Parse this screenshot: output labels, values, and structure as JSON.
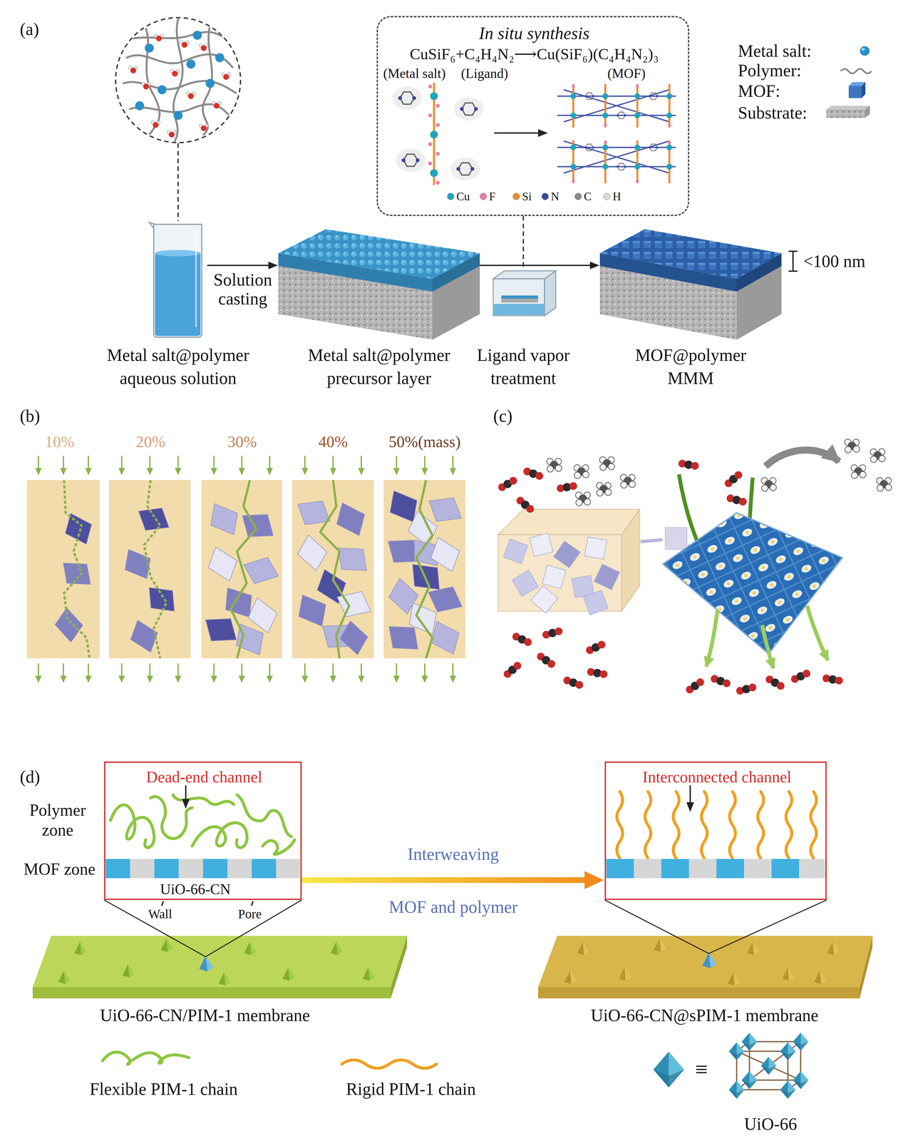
{
  "diagram": {
    "nodes": [
      {
        "text": [
          "In situ synthesis",
          "CuSiF₆+C₄H₄N₂⟶Cu(SiF₆)(C₄H₄N₂)₃",
          "(Metal salt)",
          "(Ligand)",
          "(MOF)"
        ]
      },
      {
        "text": [
          "Metal salt@polymer aqueous solution"
        ]
      },
      {
        "text": [
          "Metal salt@polymer precursor layer"
        ]
      },
      {
        "text": [
          "Ligand vapor treatment"
        ]
      },
      {
        "text": [
          "MOF@polymer MMM"
        ]
      },
      {
        "text": [
          "Dead-end channel"
        ]
      },
      {
        "text": [
          "Interconnected channel"
        ]
      }
    ],
    "edges": [
      {
        "from": 1,
        "to": 2,
        "arrow": "to",
        "label": "Solution casting"
      },
      {
        "from": 2,
        "to": 4,
        "arrow": "to"
      },
      {
        "from": 0,
        "to": 3,
        "arrow": "none"
      },
      {
        "from": 5,
        "to": 6,
        "arrow": "to"
      }
    ],
    "labels": [
      "(a)",
      "<100 nm",
      "(b)",
      "10%",
      "20%",
      "30%",
      "40%",
      "50%(mass)",
      "(c)",
      "(d)",
      "Polymer zone",
      "MOF zone",
      "UiO-66-CN",
      "Wall",
      "Pore",
      "Interweaving",
      "MOF and polymer",
      "UiO-66-CN/PIM-1 membrane",
      "UiO-66-CN@sPIM-1 membrane",
      "≡",
      "UiO-66"
    ],
    "legend": [
      {
        "text": "Metal salt:"
      },
      {
        "text": "Polymer:"
      },
      {
        "text": "MOF:"
      },
      {
        "text": "Substrate:"
      },
      {
        "text": "Cu",
        "color": "#1fa5b8"
      },
      {
        "text": "F",
        "color": "#e77fae"
      },
      {
        "text": "Si",
        "color": "#f08c2a"
      },
      {
        "text": "N",
        "color": "#3a46a0"
      },
      {
        "text": "C",
        "color": "#8a8a8a"
      },
      {
        "text": "H",
        "color": "#d9d9d9"
      },
      {
        "text": "Flexible PIM-1 chain"
      },
      {
        "text": "Rigid PIM-1 chain"
      }
    ]
  }
}
